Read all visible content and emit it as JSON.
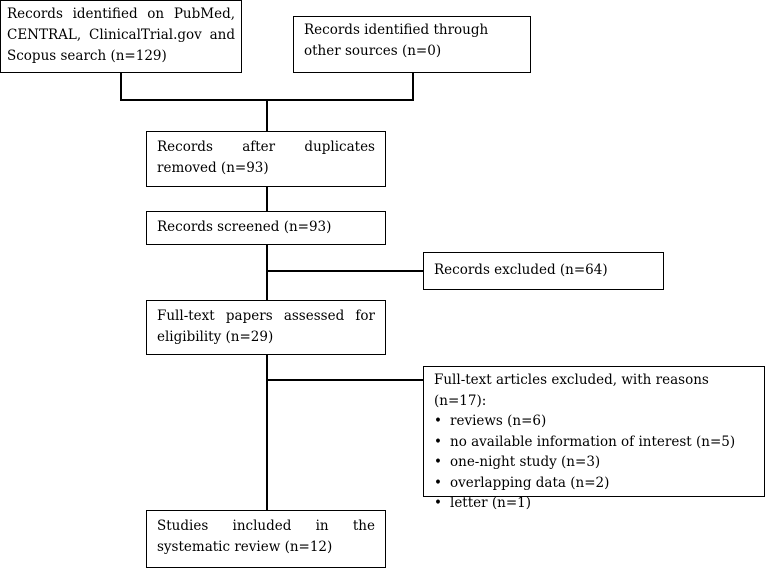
{
  "flowchart": {
    "boxes": {
      "identified_db": {
        "text": "Records identified on PubMed, CENTRAL, ClinicalTrial.gov and Scopus search (n=129)"
      },
      "identified_other": {
        "text": "Records identified through other sources (n=0)"
      },
      "after_duplicates": {
        "text": "Records after duplicates removed (n=93)"
      },
      "screened": {
        "text": "Records screened (n=93)"
      },
      "excluded": {
        "text": "Records excluded (n=64)"
      },
      "fulltext_assessed": {
        "text": "Full-text papers assessed for eligibility (n=29)"
      },
      "fulltext_excluded": {
        "title": "Full-text articles excluded, with reasons (n=17):",
        "reasons": [
          "reviews (n=6)",
          "no available information of interest (n=5)",
          "one-night study (n=3)",
          "overlapping data (n=2)",
          "letter (n=1)"
        ]
      },
      "included": {
        "text": "Studies included in the systematic review (n=12)"
      }
    }
  }
}
